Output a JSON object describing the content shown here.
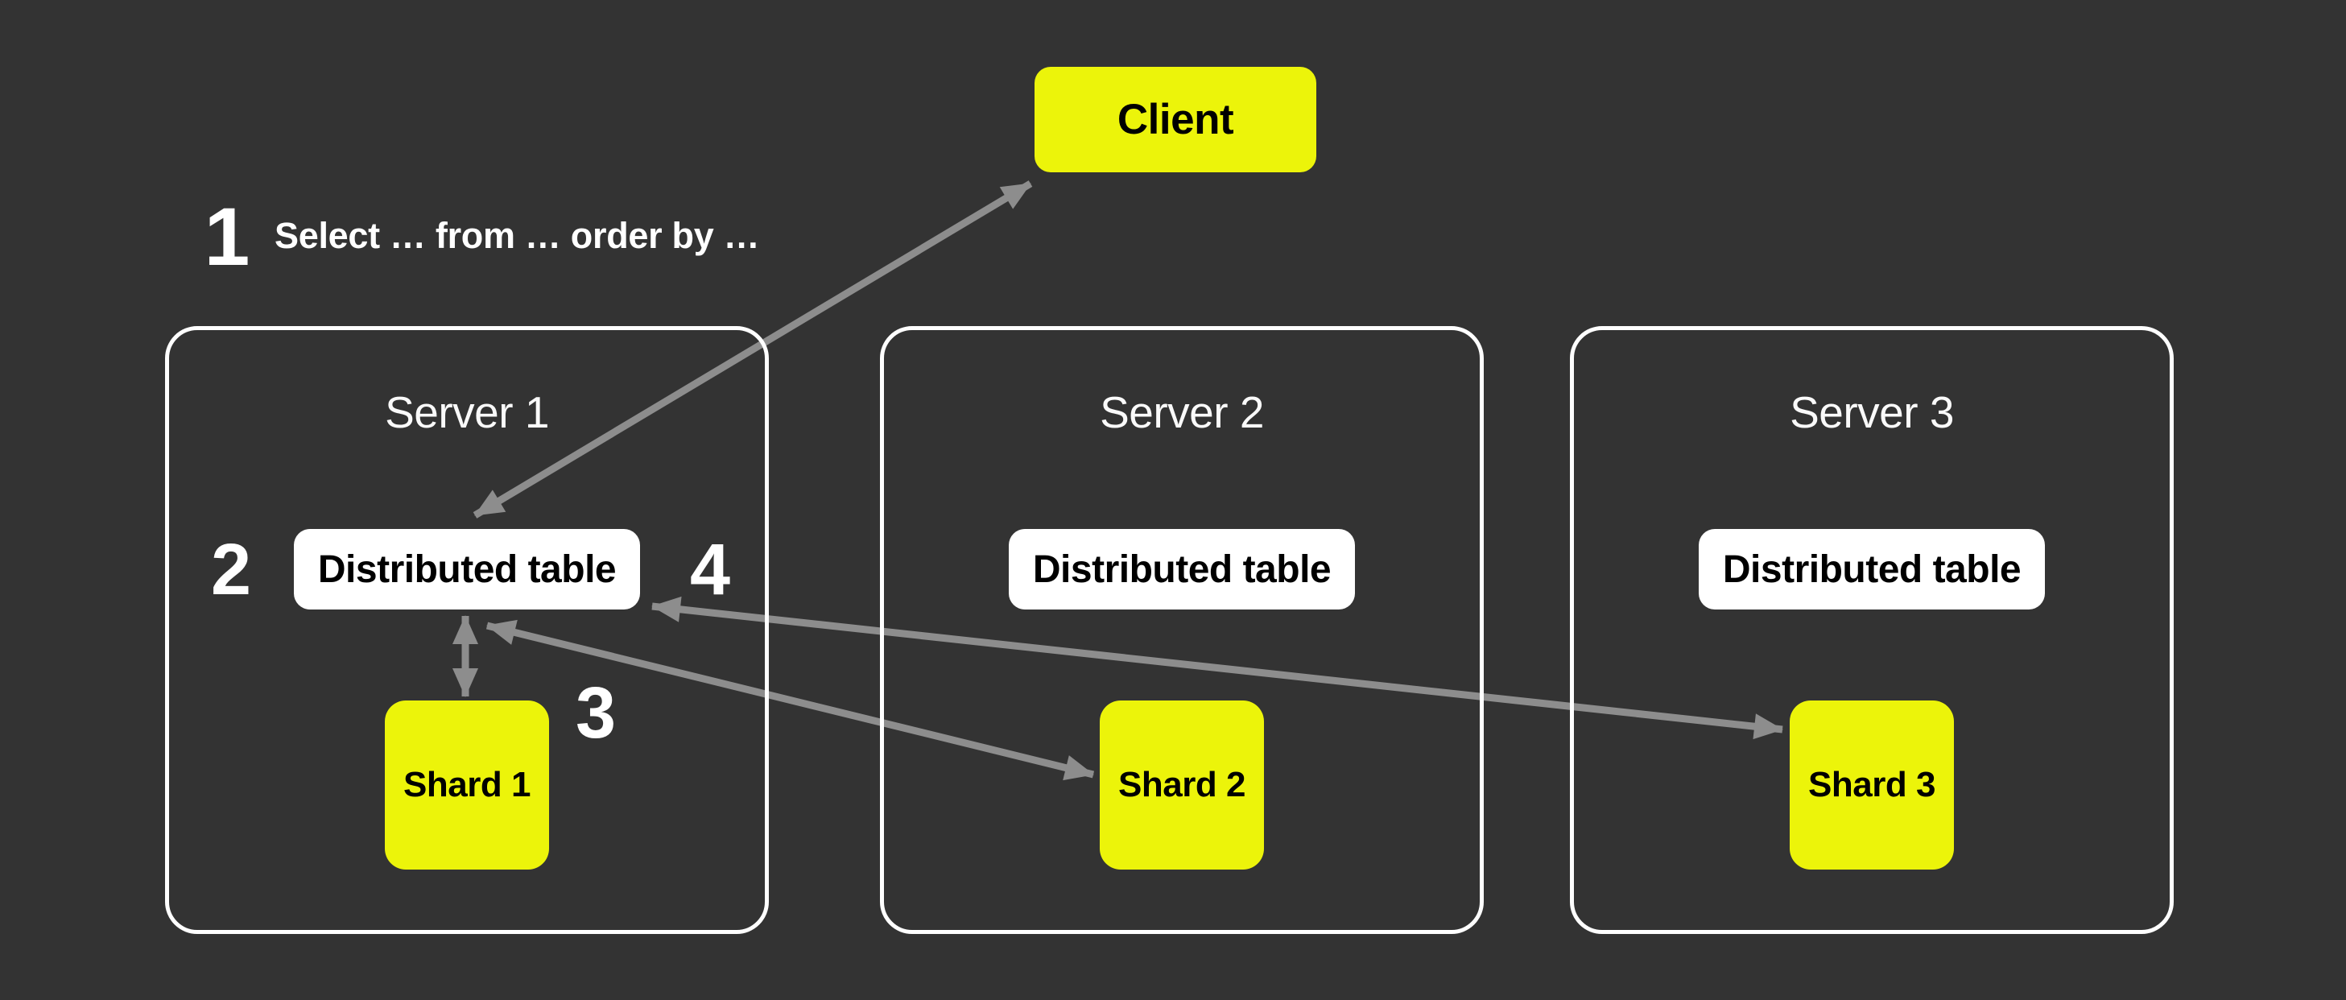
{
  "colors": {
    "bg": "#333333",
    "yellow": "#ecf40a",
    "arrow": "#8d8d8d",
    "white": "#ffffff",
    "dark": "#000000"
  },
  "client": {
    "label": "Client"
  },
  "steps": [
    {
      "number": "1",
      "text": "Select … from … order by …"
    },
    {
      "number": "2"
    },
    {
      "number": "3"
    },
    {
      "number": "4"
    }
  ],
  "servers": [
    {
      "title": "Server 1",
      "table_label": "Distributed table",
      "shard_label": "Shard 1"
    },
    {
      "title": "Server 2",
      "table_label": "Distributed table",
      "shard_label": "Shard 2"
    },
    {
      "title": "Server 3",
      "table_label": "Distributed table",
      "shard_label": "Shard 3"
    }
  ],
  "connections": [
    {
      "from": "client",
      "to": "server1-distributed-table",
      "bidirectional": true
    },
    {
      "from": "server1-distributed-table",
      "to": "shard1",
      "bidirectional": true
    },
    {
      "from": "server1-distributed-table",
      "to": "shard2",
      "bidirectional": true
    },
    {
      "from": "server1-distributed-table",
      "to": "shard3",
      "bidirectional": true
    }
  ]
}
